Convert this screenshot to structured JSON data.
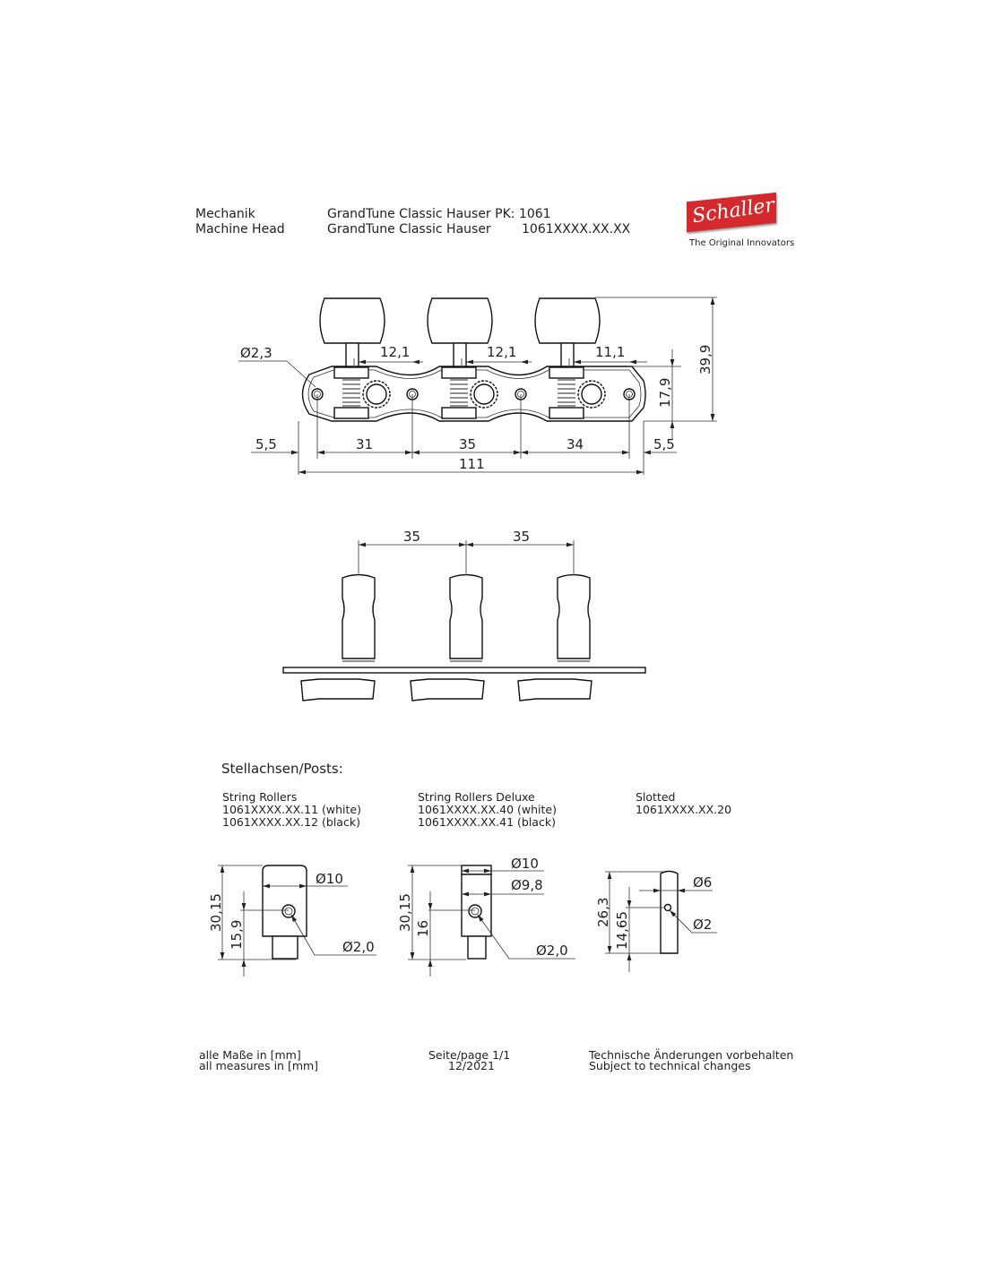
{
  "header": {
    "label_de": "Mechanik",
    "label_en": "Machine Head",
    "product_de": "GrandTune Classic Hauser PK: 1061",
    "product_en": "GrandTune Classic Hauser",
    "article": "1061XXXX.XX.XX"
  },
  "logo": {
    "brand": "Schaller",
    "tagline": "The Original Innovators",
    "color": "#d42a2e"
  },
  "top_view": {
    "hole_dia": "Ø2,3",
    "offsets": [
      "12,1",
      "12,1",
      "11,1"
    ],
    "height_plate": "17,9",
    "height_total": "39,9",
    "edge_left": "5,5",
    "spacings": [
      "31",
      "35",
      "34"
    ],
    "edge_right": "5,5",
    "length_total": "111"
  },
  "side_view": {
    "post_spacings": [
      "35",
      "35"
    ]
  },
  "posts": {
    "title": "Stellachsen/Posts:",
    "types": [
      {
        "name": "String Rollers",
        "codes": [
          "1061XXXX.XX.11 (white)",
          "1061XXXX.XX.12 (black)"
        ],
        "dims": {
          "height": "30,15",
          "hole_height": "15,9",
          "dia_top": "Ø10",
          "hole_dia": "Ø2,0"
        }
      },
      {
        "name": "String Rollers Deluxe",
        "codes": [
          "1061XXXX.XX.40 (white)",
          "1061XXXX.XX.41 (black)"
        ],
        "dims": {
          "height": "30,15",
          "hole_height": "16",
          "dia_top": "Ø10",
          "dia_body": "Ø9,8",
          "hole_dia": "Ø2,0"
        }
      },
      {
        "name": "Slotted",
        "codes": [
          "1061XXXX.XX.20"
        ],
        "dims": {
          "height": "26,3",
          "hole_height": "14,65",
          "dia_top": "Ø6",
          "hole_dia": "Ø2"
        }
      }
    ]
  },
  "footer": {
    "units_de": "alle Maße in [mm]",
    "units_en": "all measures in [mm]",
    "page": "Seite/page 1/1",
    "date": "12/2021",
    "note_de": "Technische Änderungen vorbehalten",
    "note_en": "Subject to technical changes"
  }
}
